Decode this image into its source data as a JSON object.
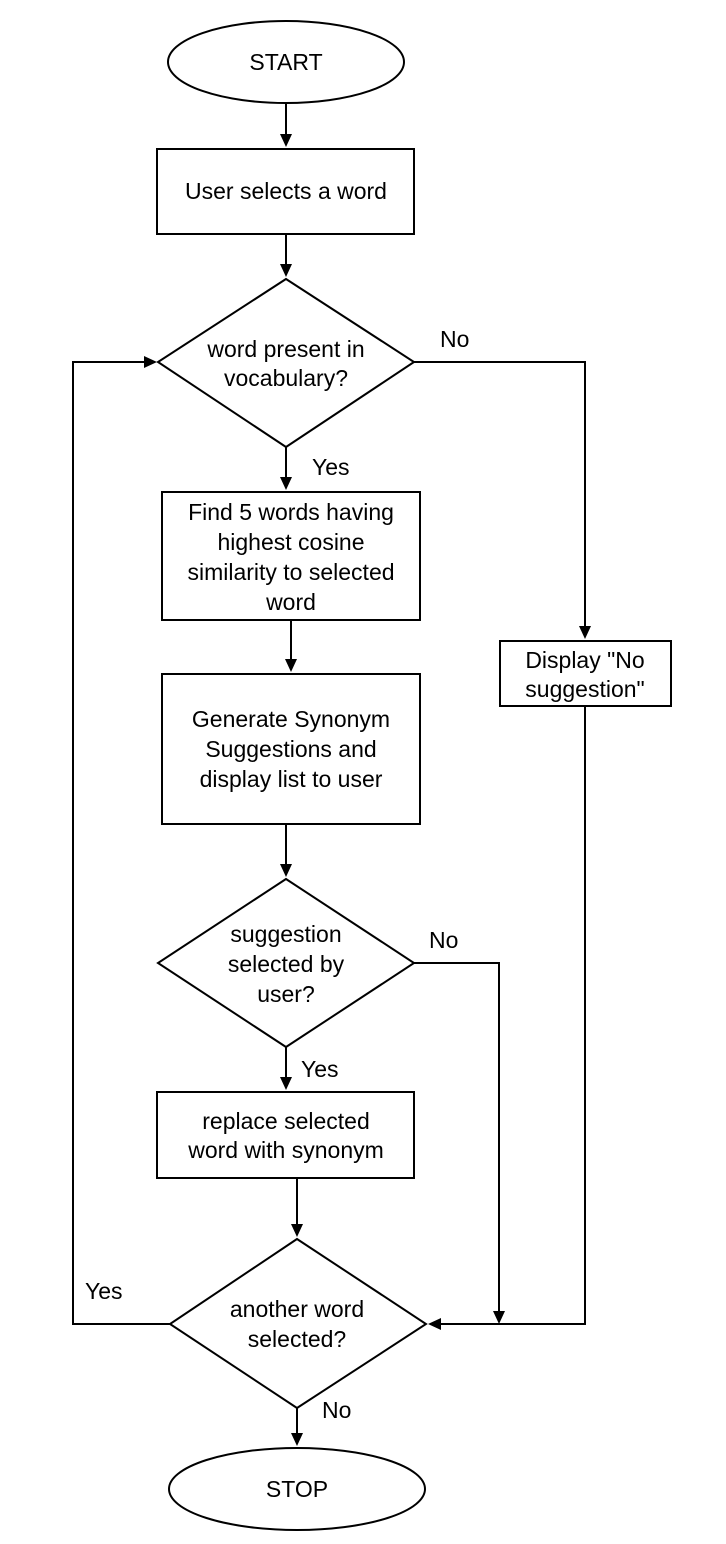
{
  "flowchart": {
    "nodes": {
      "start": {
        "shape": "ellipse",
        "lines": [
          "START"
        ]
      },
      "select_word": {
        "shape": "rectangle",
        "lines": [
          "User selects a word"
        ]
      },
      "in_vocab": {
        "shape": "diamond",
        "lines": [
          "word present in",
          "vocabulary?"
        ]
      },
      "find_words": {
        "shape": "rectangle",
        "lines": [
          "Find 5 words having",
          "highest cosine",
          "similarity to selected",
          "word"
        ]
      },
      "no_suggestion": {
        "shape": "rectangle",
        "lines": [
          "Display \"No",
          "suggestion\""
        ]
      },
      "generate": {
        "shape": "rectangle",
        "lines": [
          "Generate Synonym",
          "Suggestions and",
          "display list to user"
        ]
      },
      "suggestion_selected": {
        "shape": "diamond",
        "lines": [
          "suggestion",
          "selected by",
          "user?"
        ]
      },
      "replace": {
        "shape": "rectangle",
        "lines": [
          "replace selected",
          "word with synonym"
        ]
      },
      "another_word": {
        "shape": "diamond",
        "lines": [
          "another word",
          "selected?"
        ]
      },
      "stop": {
        "shape": "ellipse",
        "lines": [
          "STOP"
        ]
      }
    },
    "edge_labels": {
      "in_vocab_no": "No",
      "in_vocab_yes": "Yes",
      "suggestion_no": "No",
      "suggestion_yes": "Yes",
      "another_yes": "Yes",
      "another_no": "No"
    }
  }
}
